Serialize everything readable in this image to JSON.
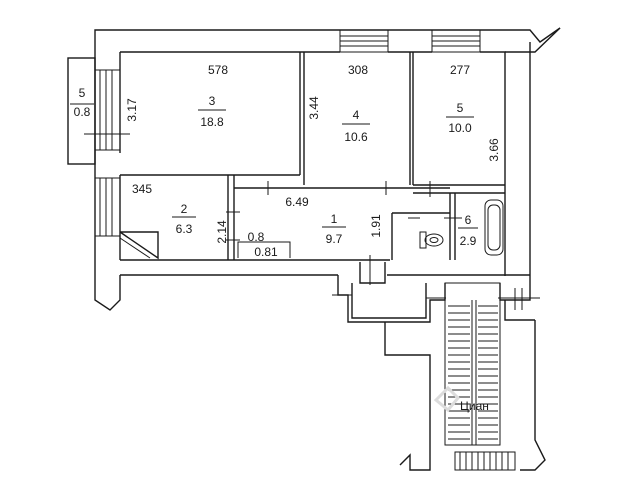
{
  "colors": {
    "line": "#1a1a1a",
    "background": "#ffffff",
    "watermark": "#dcdcdc"
  },
  "rooms": [
    {
      "id": "3",
      "number": "3",
      "area": "18.8"
    },
    {
      "id": "4",
      "number": "4",
      "area": "10.6"
    },
    {
      "id": "5",
      "number": "5",
      "area": "10.0"
    },
    {
      "id": "2",
      "number": "2",
      "area": "6.3"
    },
    {
      "id": "1",
      "number": "1",
      "area": "9.7"
    },
    {
      "id": "6",
      "number": "6",
      "area": "2.9"
    },
    {
      "id": "balcony",
      "number": "5",
      "area": "0.8"
    }
  ],
  "dimensions": {
    "d578": "578",
    "d308": "308",
    "d277": "277",
    "d317": "3.17",
    "d344": "3.44",
    "d366": "3.66",
    "d345": "345",
    "d649": "6.49",
    "d214": "2.14",
    "d191": "1.91",
    "d08": "0.8",
    "d081": "0.81"
  },
  "watermark": "Циан"
}
